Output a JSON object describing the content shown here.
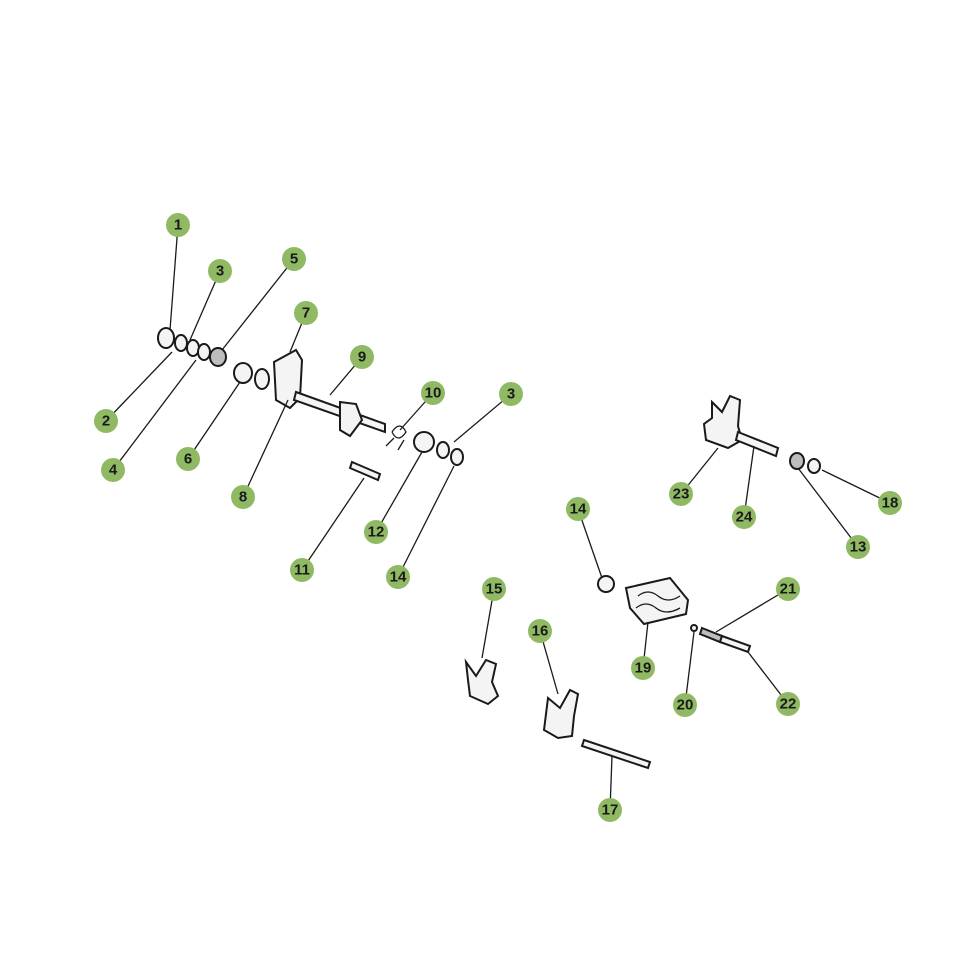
{
  "callouts": [
    {
      "id": "c1",
      "label": "1"
    },
    {
      "id": "c2",
      "label": "2"
    },
    {
      "id": "c3a",
      "label": "3"
    },
    {
      "id": "c4",
      "label": "4"
    },
    {
      "id": "c5",
      "label": "5"
    },
    {
      "id": "c6",
      "label": "6"
    },
    {
      "id": "c7",
      "label": "7"
    },
    {
      "id": "c8",
      "label": "8"
    },
    {
      "id": "c9",
      "label": "9"
    },
    {
      "id": "c10",
      "label": "10"
    },
    {
      "id": "c3b",
      "label": "3"
    },
    {
      "id": "c11",
      "label": "11"
    },
    {
      "id": "c12",
      "label": "12"
    },
    {
      "id": "c14a",
      "label": "14"
    },
    {
      "id": "c14b",
      "label": "14"
    },
    {
      "id": "c15",
      "label": "15"
    },
    {
      "id": "c16",
      "label": "16"
    },
    {
      "id": "c17",
      "label": "17"
    },
    {
      "id": "c18",
      "label": "18"
    },
    {
      "id": "c13",
      "label": "13"
    },
    {
      "id": "c19",
      "label": "19"
    },
    {
      "id": "c20",
      "label": "20"
    },
    {
      "id": "c21",
      "label": "21"
    },
    {
      "id": "c22",
      "label": "22"
    },
    {
      "id": "c23",
      "label": "23"
    },
    {
      "id": "c24",
      "label": "24"
    }
  ],
  "colors": {
    "callout_fill": "#8fba63",
    "line": "#1a1a1a"
  }
}
